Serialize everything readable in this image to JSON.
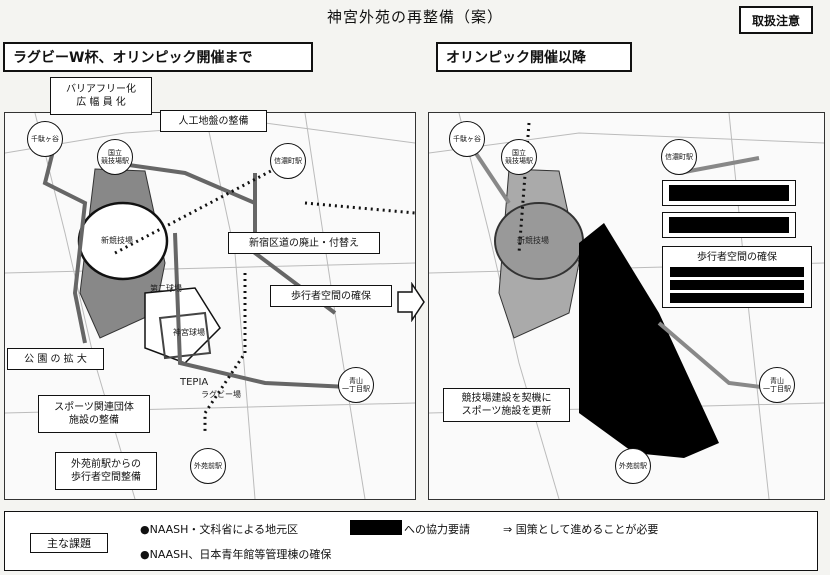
{
  "title": "神宮外苑の再整備（案）",
  "badge": "取扱注意",
  "left": {
    "heading": "ラグビーW杯、オリンピック開催まで",
    "callouts": {
      "barrier_free": "バリアフリー化\n広 幅 員 化",
      "artificial_ground": "人工地盤の整備",
      "road": "新宿区道の廃止・付替え",
      "pedestrian": "歩行者空間の確保",
      "park": "公 園 の 拡 大",
      "sports": "スポーツ関連団体\n施設の整備",
      "station_path": "外苑前駅からの\n歩行者空間整備"
    },
    "map_labels": {
      "stadium": "新競技場",
      "second_field": "第二球場",
      "jingu_field": "神宮球場",
      "tepia": "TEPIA",
      "rugby": "ラグビー場"
    },
    "stations": {
      "sendagaya": "千駄ヶ谷",
      "kokuritsu": "国立\n競技場駅",
      "shinanomachi": "信濃町駅",
      "aoyama": "青山\n一丁目駅",
      "gaienmae": "外苑前駅"
    }
  },
  "right": {
    "heading": "オリンピック開催以降",
    "callouts": {
      "pedestrian": "歩行者空間の確保",
      "rebuild": "競技場建設を契機に\nスポーツ施設を更新"
    },
    "map_labels": {
      "stadium": "新競技場"
    },
    "stations": {
      "sendagaya": "千駄ヶ谷",
      "kokuritsu": "国立\n競技場駅",
      "shinanomachi": "信濃町駅",
      "aoyama": "青山\n一丁目駅",
      "gaienmae": "外苑前駅"
    }
  },
  "footer": {
    "label": "主な課題",
    "line1_a": "●NAASH・文科省による地元区",
    "line1_b": "への協力要請",
    "line1_c": "⇒ 国策として進めることが必要",
    "line2": "●NAASH、日本青年館等管理棟の確保"
  },
  "arrow_icon": "right-arrow-icon"
}
